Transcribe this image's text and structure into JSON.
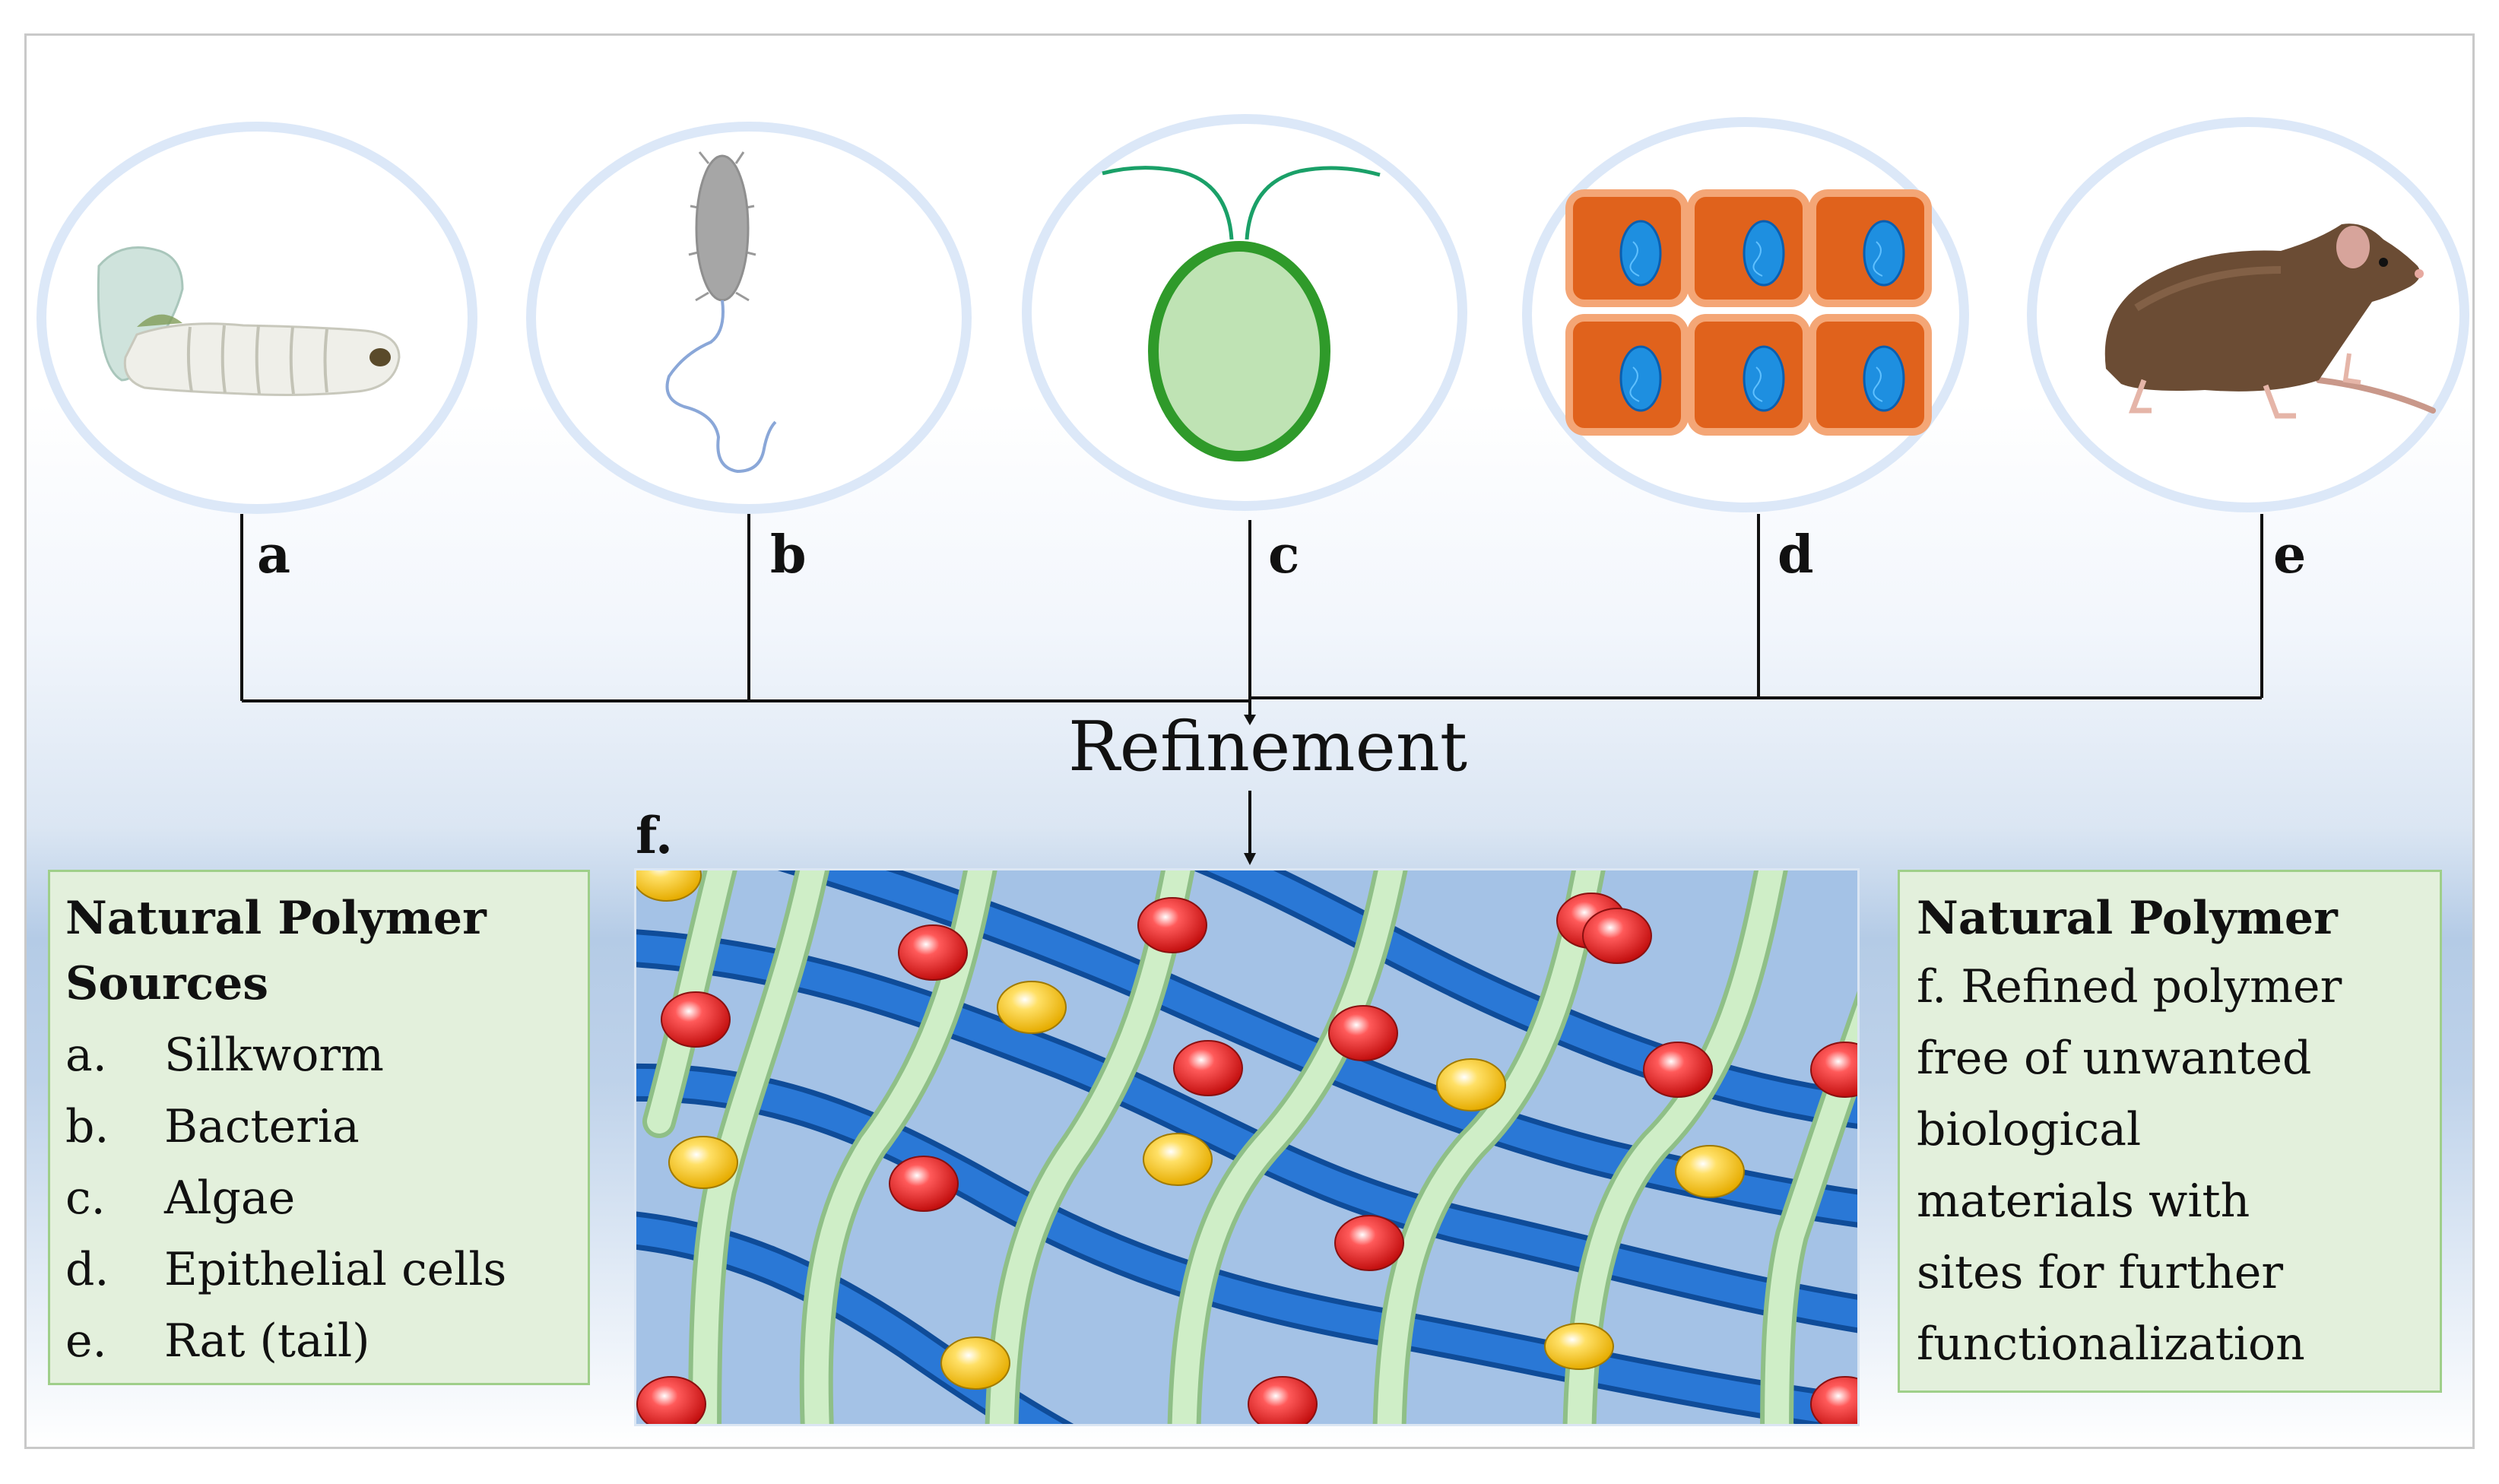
{
  "sources": [
    {
      "letter": "a",
      "icon": "silkworm-icon"
    },
    {
      "letter": "b",
      "icon": "bacteria-icon"
    },
    {
      "letter": "c",
      "icon": "algae-icon"
    },
    {
      "letter": "d",
      "icon": "epithelial-cells-icon"
    },
    {
      "letter": "e",
      "icon": "rat-icon"
    }
  ],
  "refinement_label": "Refinement",
  "f_label": "f.",
  "left_panel": {
    "title_line1": "Natural Polymer",
    "title_line2": "Sources",
    "items": [
      {
        "key": "a.",
        "text": "Silkworm"
      },
      {
        "key": "b.",
        "text": "Bacteria"
      },
      {
        "key": "c.",
        "text": "Algae"
      },
      {
        "key": "d.",
        "text": "Epithelial cells"
      },
      {
        "key": "e.",
        "text": "Rat (tail)"
      }
    ]
  },
  "right_panel": {
    "title": "Natural Polymer",
    "lines": [
      "f. Refined polymer",
      "free of unwanted",
      "biological",
      "materials with",
      "sites for further",
      "functionalization"
    ]
  },
  "colors": {
    "ring": "#dce8f8",
    "panel_fill": "#e3f0dc",
    "panel_border": "#9fcf8a",
    "polymer_blue": "#1f63b8",
    "polymer_green": "#c9e8c0",
    "site_red": "#e51e1e",
    "site_yellow": "#f5c518",
    "cell_orange": "#e0621c",
    "algae_green": "#3a9e35"
  }
}
